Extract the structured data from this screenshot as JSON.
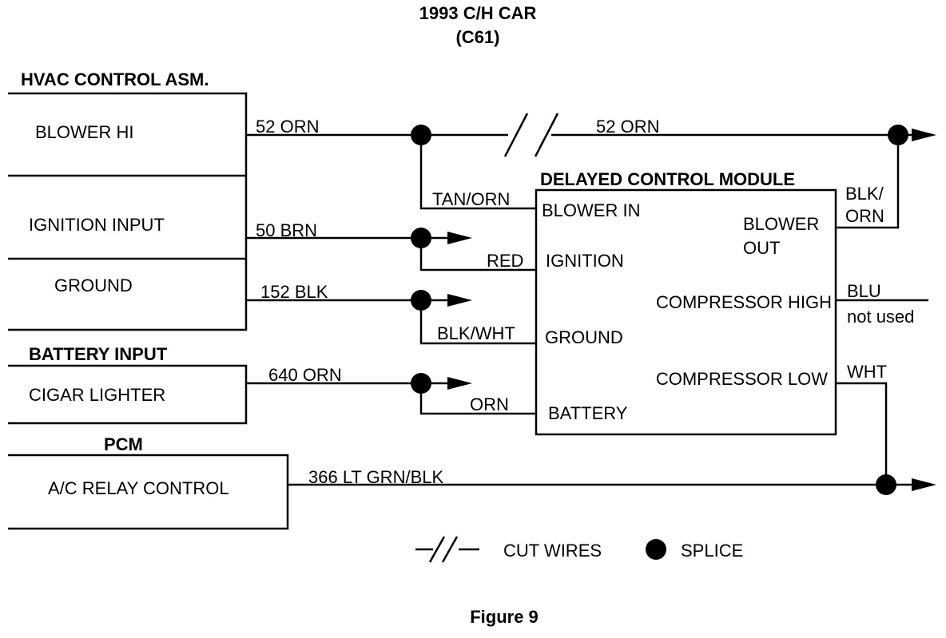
{
  "title": {
    "line1": "1993  C/H CAR",
    "line2": "(C61)"
  },
  "figure_caption": "Figure 9",
  "hvac": {
    "header": "HVAC CONTROL ASM.",
    "blower_hi": "BLOWER HI",
    "ignition_input": "IGNITION INPUT",
    "ground": "GROUND"
  },
  "battery_input": {
    "header": "BATTERY INPUT",
    "cigar_lighter": "CIGAR LIGHTER"
  },
  "pcm": {
    "header": "PCM",
    "ac_relay_control": "A/C RELAY CONTROL"
  },
  "module": {
    "header": "DELAYED CONTROL MODULE",
    "blower_in": "BLOWER IN",
    "ignition": "IGNITION",
    "ground": "GROUND",
    "battery": "BATTERY",
    "blower_out_1": "BLOWER",
    "blower_out_2": "OUT",
    "compressor_high": "COMPRESSOR HIGH",
    "compressor_low": "COMPRESSOR LOW"
  },
  "wires": {
    "w52_left": "52 ORN",
    "w52_right": "52 ORN",
    "tan_orn": "TAN/ORN",
    "w50": "50 BRN",
    "red": "RED",
    "w152": "152 BLK",
    "blk_wht": "BLK/WHT",
    "w640": "640 ORN",
    "orn": "ORN",
    "w366": "366 LT GRN/BLK",
    "blk_orn_1": "BLK/",
    "blk_orn_2": "ORN",
    "blu": "BLU",
    "not_used": "not used",
    "wht": "WHT"
  },
  "legend": {
    "cut_symbol": "--//--",
    "cut_wires": "CUT WIRES",
    "splice": "SPLICE"
  }
}
